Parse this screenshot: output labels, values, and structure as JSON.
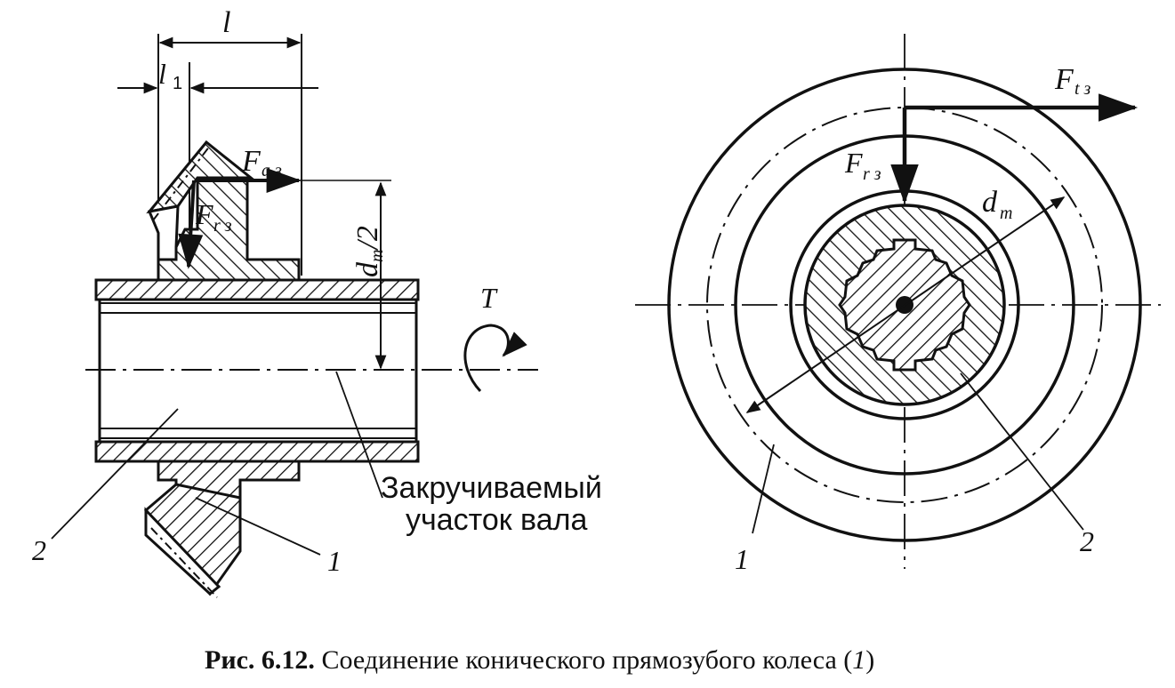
{
  "left_view": {
    "dim_l": "l",
    "dim_l1": "l",
    "dim_l1_sub": "1",
    "force_axial": "F",
    "force_axial_sub": "a з",
    "force_radial": "F",
    "force_radial_sub": "r з",
    "dim_dm_half": "d",
    "dim_dm_half_sub": "m",
    "dim_dm_half_suffix": "/2",
    "torque": "T",
    "label_twisted_line1": "Закручиваемый",
    "label_twisted_line2": "участок вала",
    "callout_1": "1",
    "callout_2": "2"
  },
  "right_view": {
    "force_tangential": "F",
    "force_tangential_sub": "t з",
    "force_radial": "F",
    "force_radial_sub": "r з",
    "dim_dm": "d",
    "dim_dm_sub": "m",
    "callout_1": "1",
    "callout_2": "2"
  },
  "caption": {
    "number": "Рис. 6.12.",
    "text": " Соединение конического прямозубого колеса (",
    "ref": "1",
    "close": ")"
  }
}
